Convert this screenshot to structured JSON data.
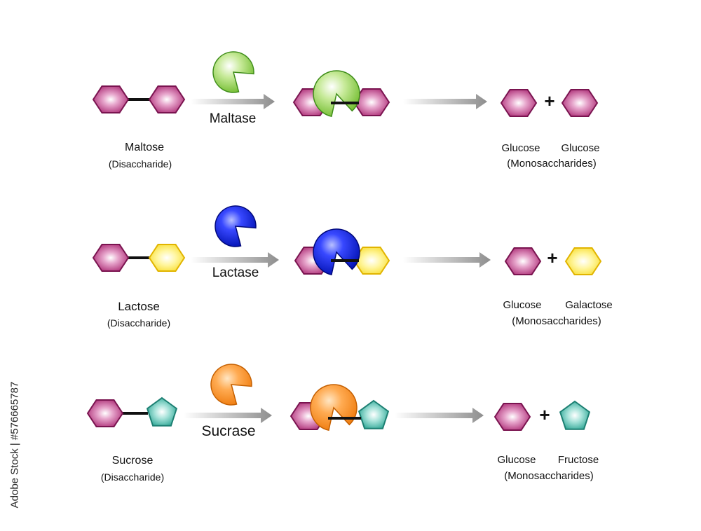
{
  "colors": {
    "glucose": "#a8246f",
    "galactose": "#ffe650",
    "fructose": "#3ab3a4",
    "maltase": "#88cc3d",
    "lactase": "#0a1ee0",
    "sucrase": "#f58a1e",
    "arrow": "#9a9a9a"
  },
  "reactions": [
    {
      "substrate": {
        "name": "Maltose",
        "type": "(Disaccharide)"
      },
      "enzyme": {
        "name": "Maltase",
        "color_key": "maltase"
      },
      "units": [
        "glucose",
        "glucose"
      ],
      "products": [
        {
          "name": "Glucose",
          "unit": "glucose"
        },
        {
          "name": "Glucose",
          "unit": "glucose"
        }
      ],
      "products_type": "(Monosaccharides)",
      "plus": "+"
    },
    {
      "substrate": {
        "name": "Lactose",
        "type": "(Disaccharide)"
      },
      "enzyme": {
        "name": "Lactase",
        "color_key": "lactase"
      },
      "units": [
        "glucose",
        "galactose"
      ],
      "products": [
        {
          "name": "Glucose",
          "unit": "glucose"
        },
        {
          "name": "Galactose",
          "unit": "galactose"
        }
      ],
      "products_type": "(Monosaccharides)",
      "plus": "+"
    },
    {
      "substrate": {
        "name": "Sucrose",
        "type": "(Disaccharide)"
      },
      "enzyme": {
        "name": "Sucrase",
        "color_key": "sucrase"
      },
      "units": [
        "glucose",
        "fructose"
      ],
      "products": [
        {
          "name": "Glucose",
          "unit": "glucose"
        },
        {
          "name": "Fructose",
          "unit": "fructose"
        }
      ],
      "products_type": "(Monosaccharides)",
      "plus": "+"
    }
  ],
  "watermark": "Adobe Stock | #576665787"
}
